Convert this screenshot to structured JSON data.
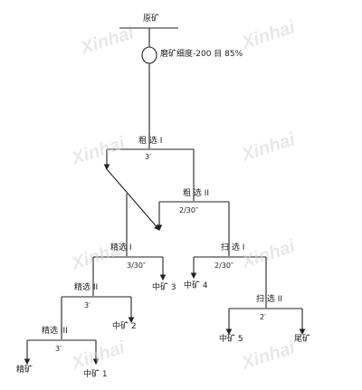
{
  "ore": "原矿",
  "grind": "磨矿细度-200 目 85%",
  "watermark": "Xinhai",
  "stages": {
    "rougher1": {
      "label": "粗 选 I",
      "time": "3′"
    },
    "rougher2": {
      "label": "粗 选 II",
      "time": "2/30″"
    },
    "cleaner1": {
      "label": "精选 I",
      "time": "3/30″"
    },
    "scav1": {
      "label": "扫 选 I",
      "time": "2/30″"
    },
    "cleaner2": {
      "label": "精选 II",
      "time": "3′"
    },
    "scav2": {
      "label": "扫 选 II",
      "time": "2′"
    },
    "cleaner3": {
      "label": "精选 III",
      "time": "3′"
    }
  },
  "products": {
    "mid3": "中矿 3",
    "mid4": "中矿 4",
    "mid2": "中矿 2",
    "mid5": "中矿 5",
    "tail": "尾矿",
    "conc": "精矿",
    "mid1": "中矿 1"
  }
}
